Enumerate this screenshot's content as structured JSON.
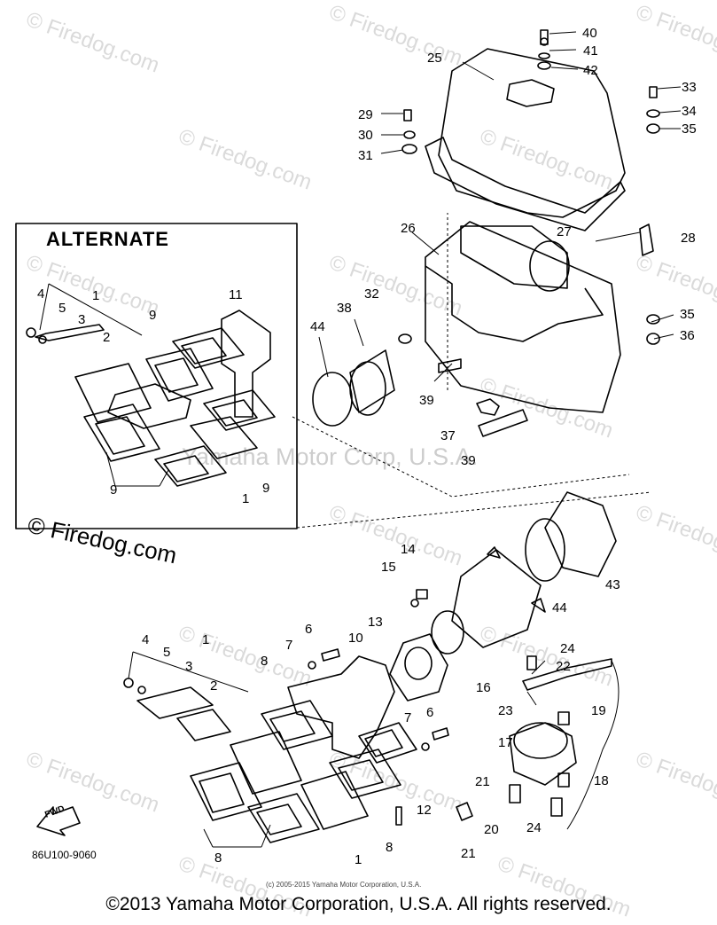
{
  "watermarks": [
    "© Firedog.com",
    "© Firedog.com",
    "© Firedog.com",
    "© Firedog.com",
    "© Firedog.com",
    "© Firedog.com",
    "© Firedog.com",
    "© Firedog.com",
    "© Firedog.com",
    "© Firedog.com",
    "© Firedog.com",
    "© Firedog.com",
    "© Firedog.com",
    "© Firedog.com",
    "© Firedog.com",
    "© Firedog.com",
    "© Firedog.com",
    "© Firedog.com"
  ],
  "left_watermark": "© Firedog.com",
  "center_watermark": "Yamaha Motor Corp, U.S.A.",
  "inset_title": "ALTERNATE",
  "part_labels": {
    "p40": "40",
    "p41": "41",
    "p42": "42",
    "p25": "25",
    "p29": "29",
    "p30": "30",
    "p31": "31",
    "p33": "33",
    "p34": "34",
    "p35a": "35",
    "p26": "26",
    "p27": "27",
    "p28": "28",
    "p32": "32",
    "p38": "38",
    "p44a": "44",
    "p35b": "35",
    "p36": "36",
    "p39a": "39",
    "p37": "37",
    "p39b": "39",
    "p43": "43",
    "p44b": "44",
    "p14": "14",
    "p15": "15",
    "p13": "13",
    "p10": "10",
    "p16": "16",
    "p24a": "24",
    "p22": "22",
    "p23": "23",
    "p19": "19",
    "p17": "17",
    "p18": "18",
    "p21a": "21",
    "p24b": "24",
    "p20": "20",
    "p21b": "21",
    "p12": "12",
    "p6a": "6",
    "p7a": "7",
    "p6b": "6",
    "p7b": "7",
    "p4": "4",
    "p5": "5",
    "p3": "3",
    "p1a": "1",
    "p2": "2",
    "p8a": "8",
    "p8b": "8",
    "p8c": "8",
    "p1b": "1",
    "a4": "4",
    "a5": "5",
    "a3": "3",
    "a1a": "1",
    "a2": "2",
    "a9a": "9",
    "a11": "11",
    "a9b": "9",
    "a9c": "9",
    "a1b": "1"
  },
  "fwd_label": "FWD",
  "diagram_code": "86U100-9060",
  "small_copyright": "(c) 2005-2015 Yamaha Motor Corporation, U.S.A.",
  "footer": "©2013 Yamaha Motor Corporation, U.S.A. All rights reserved."
}
